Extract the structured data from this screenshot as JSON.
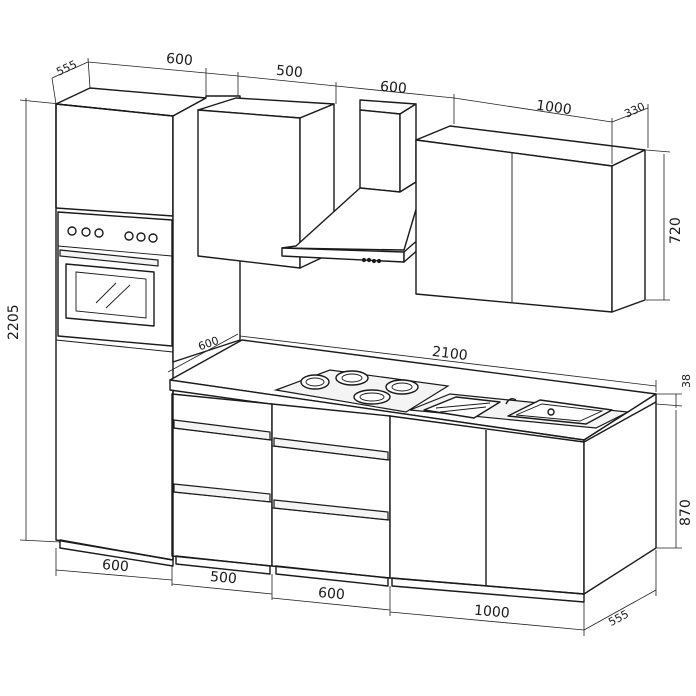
{
  "dimensions": {
    "tall_depth": "555",
    "tall_width": "600",
    "wall_cab_width": "500",
    "hood_width": "600",
    "wall_unit_width": "1000",
    "wall_depth": "330",
    "wall_height": "720",
    "total_height": "2205",
    "worktop_depth": "600",
    "worktop_length": "2100",
    "worktop_thickness": "38",
    "base_height": "870",
    "bottom_tall": "600",
    "bottom_drawers": "500",
    "bottom_hob": "600",
    "bottom_sink": "1000",
    "bottom_depth": "555"
  }
}
